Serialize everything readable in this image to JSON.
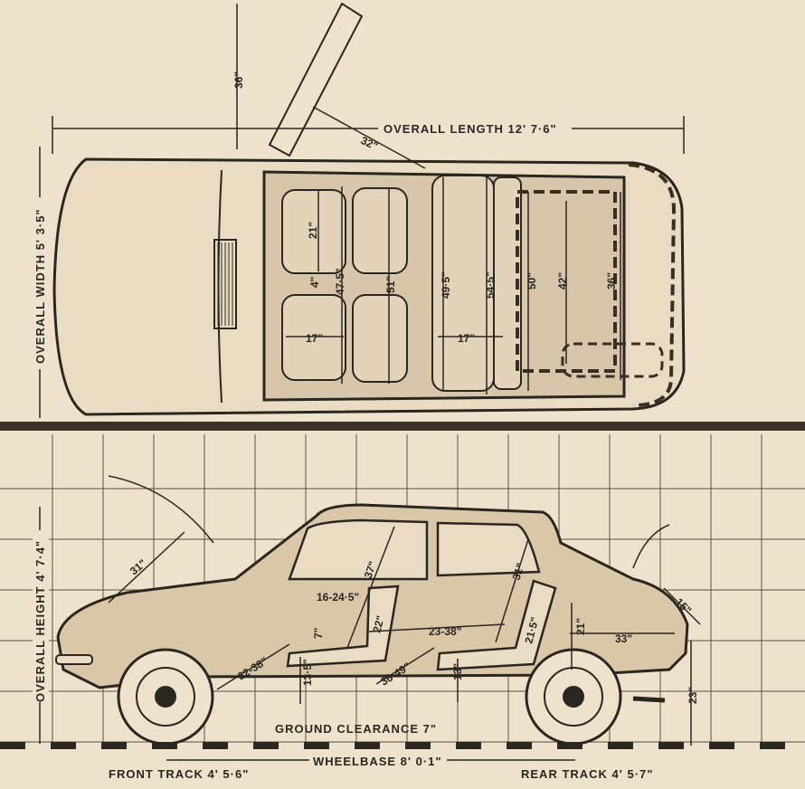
{
  "plan_view": {
    "overall_length": "OVERALL  LENGTH 12' 7·6\"",
    "overall_width": "OVERALL WIDTH 5' 3·5\"",
    "tailgate_height": "36\"",
    "tailgate_reach": "32\"",
    "front_seat_depth": "21\"",
    "front_seat_width": "17\"",
    "front_gap": "4\"",
    "front_leg_room": "47·5\"",
    "front_cushion_span": "51\"",
    "rear_seat_width": "17\"",
    "rear_width_a": "49·5\"",
    "rear_width_b": "54·5\"",
    "luggage_width": "50\"",
    "luggage_inner": "42\"",
    "luggage_depth": "36\""
  },
  "side_view": {
    "overall_height": "OVERALL HEIGHT 4' 7·4\"",
    "bonnet_reach": "31\"",
    "headroom_front": "37\"",
    "headroom_rear": "31\"",
    "front_seat_travel": "16-24·5\"",
    "front_back": "22\"",
    "front_cushion_height": "7\"",
    "rear_knee_room": "23-38\"",
    "rear_back": "21·5\"",
    "pedal_reach": "32-38\"",
    "front_seat_height": "13·5\"",
    "legroom_range": "36-49\"",
    "rear_seat_height": "13\"",
    "boot_depth": "21\"",
    "boot_length": "33\"",
    "boot_sill_angle": "15\"",
    "sill_height": "23\"",
    "ground_clearance": "GROUND CLEARANCE 7\"",
    "wheelbase": "WHEELBASE 8' 0·1\"",
    "front_track": "FRONT TRACK 4' 5·6\"",
    "rear_track": "REAR TRACK 4' 5·7\""
  }
}
